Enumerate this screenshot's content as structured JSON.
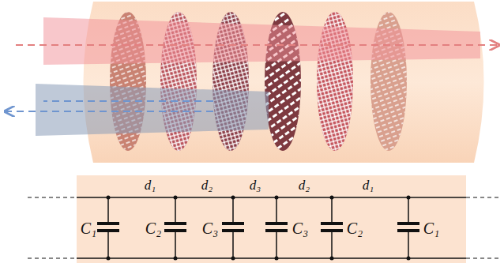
{
  "diagram": {
    "labels": [
      "d₁",
      "d₂",
      "d₃",
      "d₂",
      "d₁",
      "C₁",
      "C₂",
      "C₃",
      "C₃",
      "C₂",
      "C₁"
    ]
  }
}
